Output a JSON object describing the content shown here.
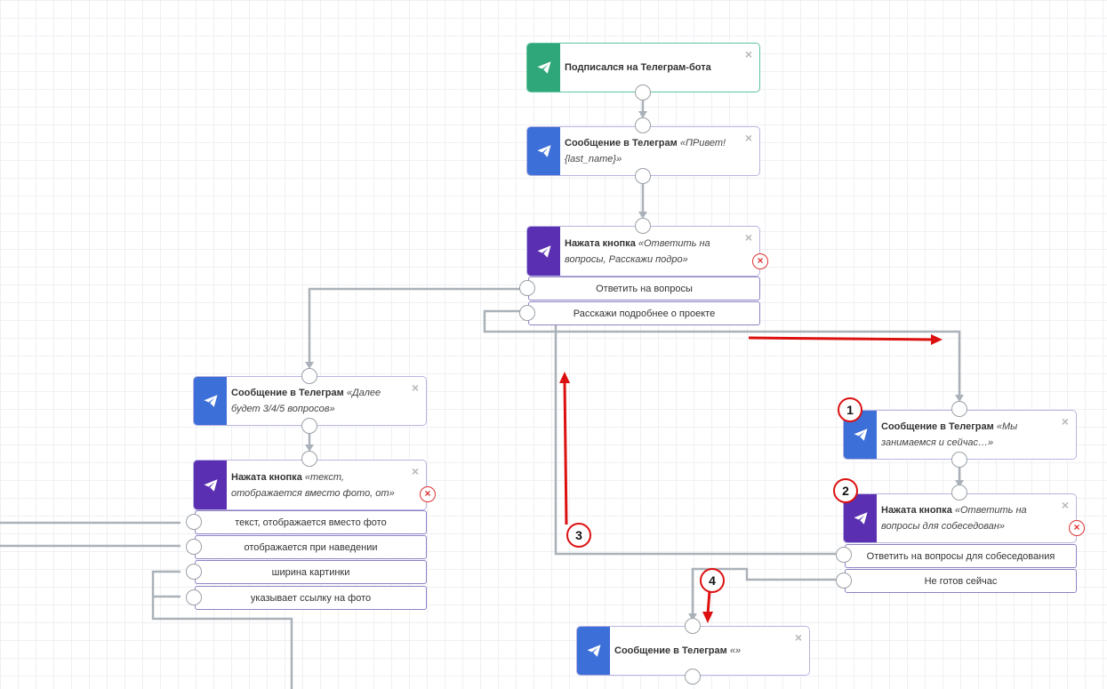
{
  "nodes": {
    "start": {
      "title": "Подписался на Телеграм-бота",
      "icon": "telegram-icon"
    },
    "msg_hello": {
      "title": "Сообщение в Телеграм",
      "quote": "«ПРивет! {last_name}»",
      "icon": "telegram-icon"
    },
    "btn_main": {
      "title": "Нажата кнопка",
      "quote": "«Ответить на вопросы, Расскажи подро»",
      "icon": "telegram-icon",
      "buttons": [
        "Ответить на вопросы",
        "Расскажи подробнее о проекте"
      ]
    },
    "msg_next": {
      "title": "Сообщение в Телеграм",
      "quote": "«Далее будет 3/4/5 вопросов»",
      "icon": "telegram-icon"
    },
    "btn_photo": {
      "title": "Нажата кнопка",
      "quote": "«текст, отображается вместо фото, от»",
      "icon": "telegram-icon",
      "buttons": [
        "текст, отображается вместо фото",
        "отображается при наведении",
        "ширина картинки",
        "указывает ссылку на фото"
      ]
    },
    "msg_busy": {
      "title": "Сообщение в Телеграм",
      "quote": "«Мы занимаемся и сейчас…»",
      "icon": "telegram-icon"
    },
    "btn_interview": {
      "title": "Нажата кнопка",
      "quote": "«Ответить на вопросы для собеседован»",
      "icon": "telegram-icon",
      "buttons": [
        "Ответить на вопросы для собеседования",
        "Не готов сейчас"
      ]
    },
    "msg_empty": {
      "title": "Сообщение в Телеграм",
      "quote": "«»",
      "icon": "telegram-icon"
    }
  },
  "close_glyph": "×",
  "error_glyph": "×",
  "annotations": [
    "1",
    "2",
    "3",
    "4"
  ],
  "colors": {
    "trigger": "#2fa77a",
    "message": "#3d6fd8",
    "button": "#5a2fb1",
    "annotation": "#dd1010",
    "wire": "#aab1b8"
  }
}
